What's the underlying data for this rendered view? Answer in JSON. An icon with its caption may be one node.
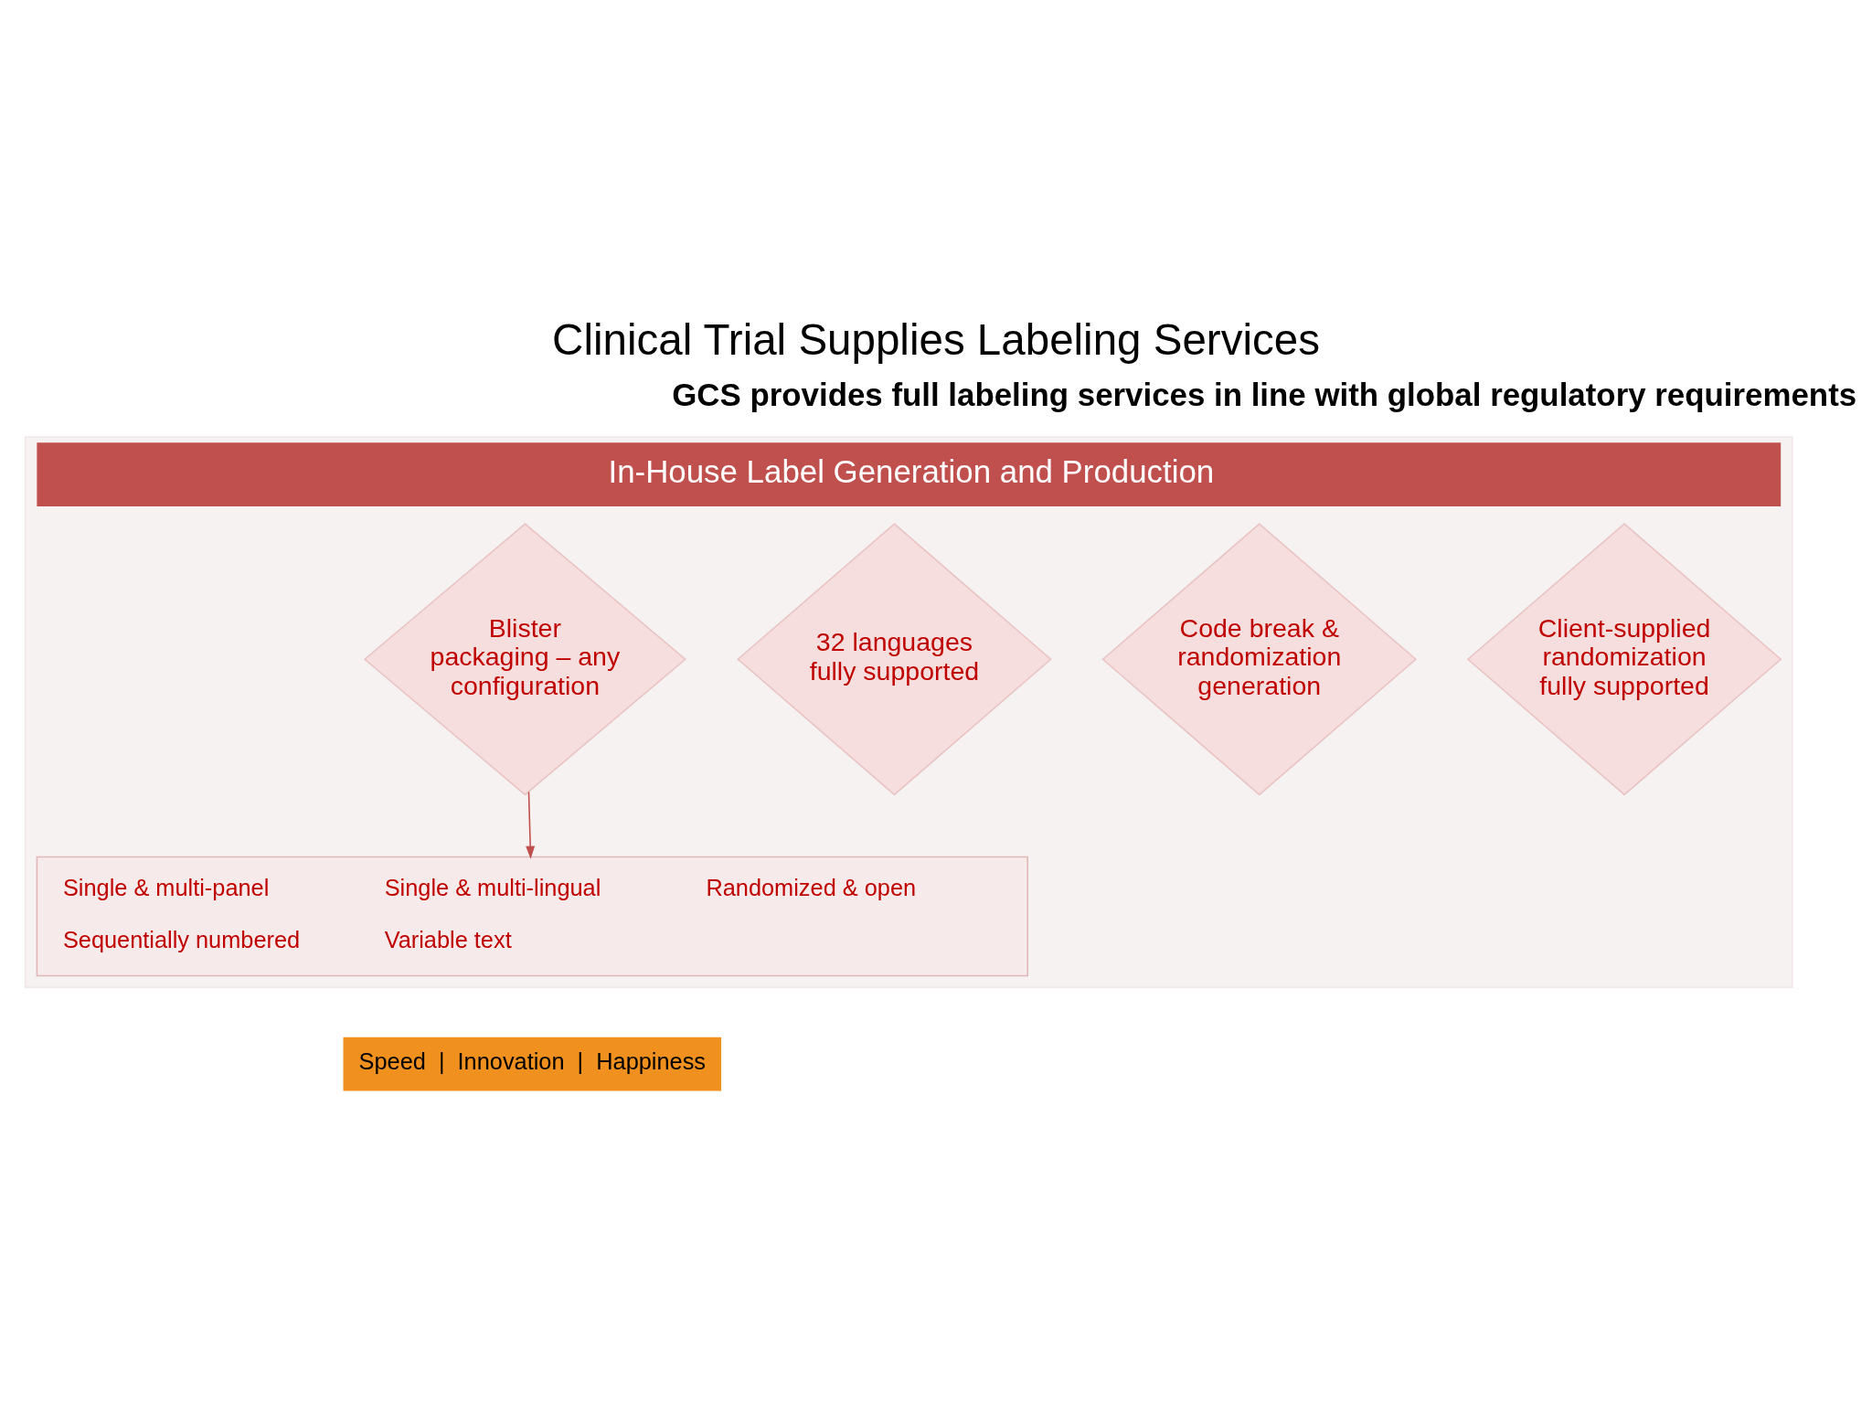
{
  "diagram": {
    "title": "Clinical Trial Supplies Labeling Services",
    "nodes": [
      {
        "text": [
          "In-House Label Generation and Production"
        ]
      },
      {
        "text": [
          "Blister packaging – any configuration"
        ],
        "in": 0
      },
      {
        "text": [
          "32 languages fully supported"
        ],
        "in": 0
      },
      {
        "text": [
          "Code break & randomization generation"
        ],
        "in": 0
      },
      {
        "text": [
          "Client-supplied randomization fully supported"
        ],
        "in": 0
      },
      {
        "text": [
          "Single & multi-panel",
          "Single & multi-lingual",
          "Randomized & open",
          "Sequentially numbered",
          "Variable text"
        ],
        "in": 0
      }
    ],
    "edges": [
      {
        "from": 1,
        "to": 5,
        "arrow": "to"
      }
    ],
    "labels": [
      "GCS provides full labeling services in line with global regulatory requirements",
      "Speed  |  Innovation  |  Happiness"
    ]
  }
}
